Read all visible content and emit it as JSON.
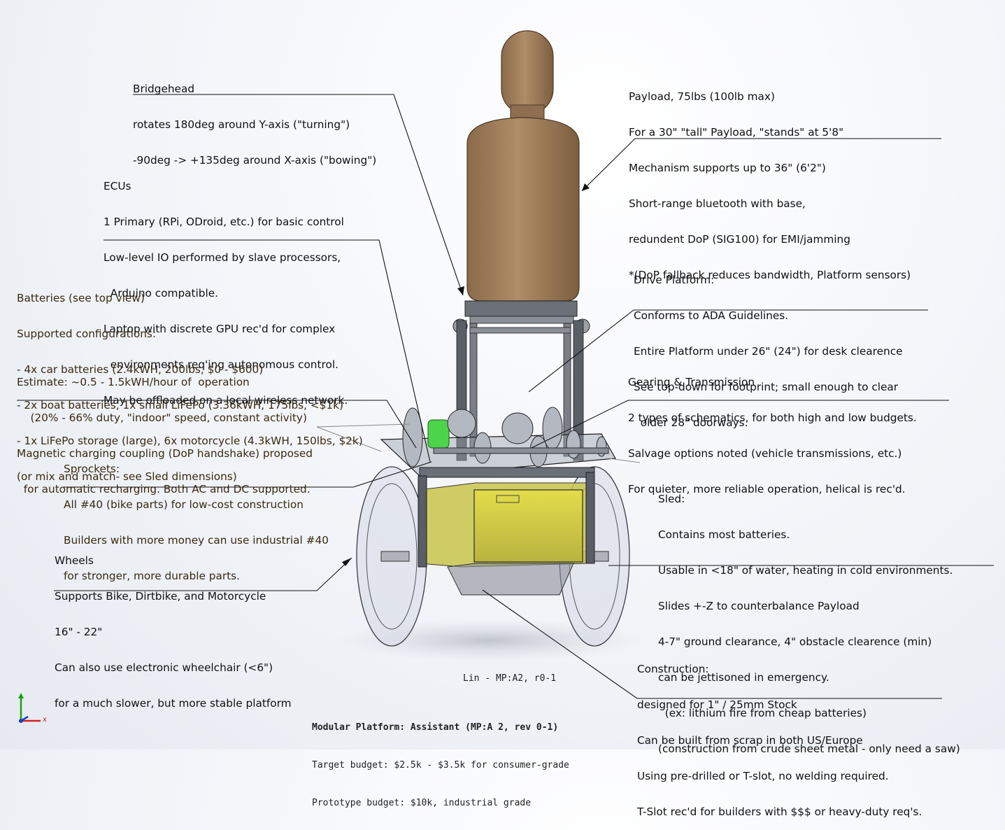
{
  "annotations": {
    "bridgehead": [
      "Bridgehead",
      "rotates 180deg around Y-axis (\"turning\")",
      "-90deg -> +135deg around X-axis (\"bowing\")"
    ],
    "payload": [
      "Payload, 75lbs (100lb max)",
      "For a 30\" \"tall\" Payload, \"stands\" at 5'8\"",
      "Mechanism supports up to 36\" (6'2\")",
      "Short-range bluetooth with base,",
      "redundent DoP (SIG100) for EMI/jamming",
      "*(DoP fallback reduces bandwidth, Platform sensors)"
    ],
    "ecus": [
      "ECUs",
      "1 Primary (RPi, ODroid, etc.) for basic control",
      "Low-level IO performed by slave processors,",
      "  Arduino compatible.",
      "Laptop with discrete GPU rec'd for complex",
      "  environments req'ing autonomous control.",
      "May be offloaded on a local wireless network."
    ],
    "drive_platform": [
      "Drive Platform:",
      "Conforms to ADA Guidelines.",
      "Entire Platform under 26\" (24\") for desk clearence",
      "See top-down for footprint; small enough to clear",
      "  older 28\" doorways."
    ],
    "batteries": [
      "Batteries (see top view)",
      "Supported configurations:",
      "- 4x car batteries (2.4kWH, 200lbs, $0 - $600)",
      "- 2x boat batteries, 1x small LiFePo (3.36kWH, 175lbs, <$1k)",
      "- 1x LiFePo storage (large), 6x motorcycle (4.3kWH, 150lbs, $2k)",
      "(or mix and match- see Sled dimensions)"
    ],
    "estimate": [
      "Estimate: ~0.5 - 1.5kWH/hour of  operation",
      "    (20% - 66% duty, \"indoor\" speed, constant activity)",
      "Magnetic charging coupling (DoP handshake) proposed",
      "  for automatic recharging. Both AC and DC supported."
    ],
    "gearing": [
      "Gearing & Transmission",
      "2 types of schematics, for both high and low budgets.",
      "Salvage options noted (vehicle transmissions, etc.)",
      "For quieter, more reliable operation, helical is rec'd."
    ],
    "sprockets": [
      "Sprockets:",
      "All #40 (bike parts) for low-cost construction",
      "Builders with more money can use industrial #40",
      "for stronger, more durable parts."
    ],
    "sled": [
      "Sled:",
      "Contains most batteries.",
      "Usable in <18\" of water, heating in cold environments.",
      "Slides +-Z to counterbalance Payload",
      "4-7\" ground clearance, 4\" obstacle clearence (min)",
      "can be jettisoned in emergency.",
      "  (ex: lithium fire from cheap batteries)",
      "(construction from crude sheet metal - only need a saw)"
    ],
    "wheels": [
      "Wheels",
      "Supports Bike, Dirtbike, and Motorcycle",
      "16\" - 22\"",
      "Can also use electronic wheelchair (<6\")",
      "for a much slower, but more stable platform"
    ],
    "construction": [
      "Construction:",
      "designed for 1\" / 25mm Stock",
      "Can be built from scrap in both US/Europe",
      "Using pre-drilled or T-slot, no welding required.",
      "T-Slot rec'd for builders with $$$ or heavy-duty req's."
    ]
  },
  "drawing": {
    "view_label": "Lin - MP:A2, r0-1",
    "title_block": [
      "Modular Platform: Assistant (MP:A 2, rev 0-1)",
      "Target budget: $2.5k - $3.5k for consumer-grade",
      "Prototype budget: $10k, industrial grade"
    ],
    "triad_x": "x"
  },
  "colors": {
    "payload_tan": "#a88461",
    "sled_yellow": "#d8d23a",
    "motor_green": "#4cd44a",
    "frame_gray": "#5a5e66",
    "axis_red": "#d42020",
    "axis_green": "#1aa01a",
    "axis_blue": "#1e3cc8"
  }
}
